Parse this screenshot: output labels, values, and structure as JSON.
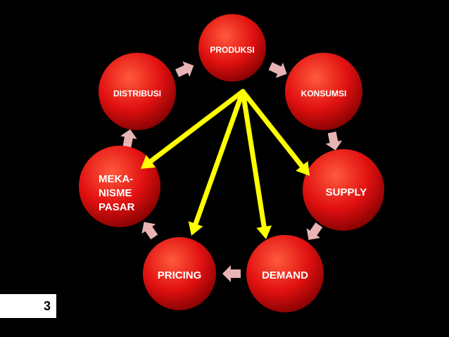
{
  "diagram": {
    "nodes": [
      {
        "id": "produksi",
        "label": "PRODUKSI"
      },
      {
        "id": "konsumsi",
        "label": "KONSUMSI"
      },
      {
        "id": "supply",
        "label": "SUPPLY"
      },
      {
        "id": "demand",
        "label": "DEMAND"
      },
      {
        "id": "pricing",
        "label": "PRICING"
      },
      {
        "id": "mekanisme",
        "label_lines": [
          "MEKA-",
          "NISME",
          "PASAR"
        ]
      },
      {
        "id": "distribusi",
        "label": "DISTRIBUSI"
      }
    ],
    "cycle_edges": [
      [
        "produksi",
        "konsumsi"
      ],
      [
        "konsumsi",
        "supply"
      ],
      [
        "supply",
        "demand"
      ],
      [
        "demand",
        "pricing"
      ],
      [
        "pricing",
        "mekanisme"
      ],
      [
        "mekanisme",
        "distribusi"
      ],
      [
        "distribusi",
        "produksi"
      ]
    ],
    "highlight_edges": [
      [
        "produksi",
        "mekanisme"
      ],
      [
        "produksi",
        "supply"
      ],
      [
        "produksi",
        "pricing"
      ],
      [
        "produksi",
        "demand"
      ]
    ]
  },
  "colors": {
    "node_fill": "#e01010",
    "node_dark": "#7a0000",
    "node_light": "#ff5a3c",
    "cycle_arrow": "#e7b3b3",
    "highlight_arrow": "#ffff00",
    "background": "#000000"
  },
  "page": {
    "number": "3"
  }
}
